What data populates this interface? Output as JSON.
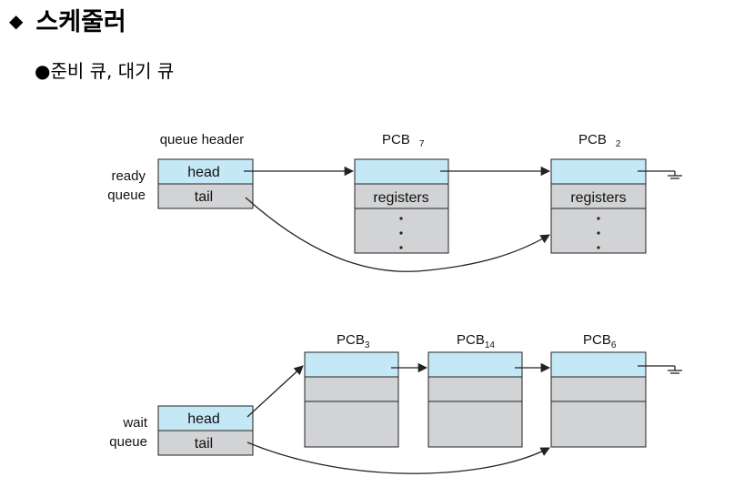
{
  "title": {
    "bullet": "◆",
    "text": "스케줄러"
  },
  "subtitle": {
    "bullet": "●",
    "text": "준비 큐, 대기 큐"
  },
  "ready_queue": {
    "label_line1": "ready",
    "label_line2": "queue",
    "header_label": "queue header",
    "head_label": "head",
    "tail_label": "tail",
    "pcbs": [
      {
        "name": "PCB",
        "sub": "7",
        "registers": "registers"
      },
      {
        "name": "PCB",
        "sub": "2",
        "registers": "registers"
      }
    ]
  },
  "wait_queue": {
    "label_line1": "wait",
    "label_line2": "queue",
    "head_label": "head",
    "tail_label": "tail",
    "pcbs": [
      {
        "name": "PCB",
        "sub": "3"
      },
      {
        "name": "PCB",
        "sub": "14"
      },
      {
        "name": "PCB",
        "sub": "6"
      }
    ]
  },
  "colors": {
    "header_fill": "#c5e8f7",
    "body_fill": "#d2d3d5",
    "stroke": "#222222"
  }
}
